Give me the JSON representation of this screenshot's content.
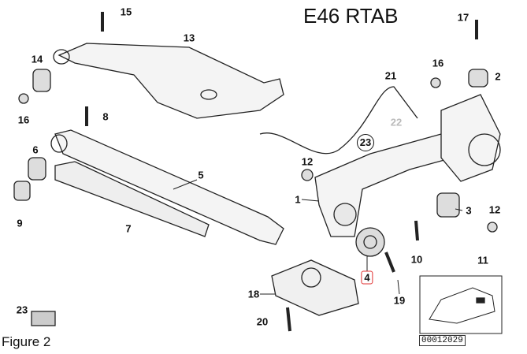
{
  "title": "E46 RTAB",
  "caption": "Figure 2",
  "diagram_code": "00012029",
  "highlight_color": "#e03030",
  "labels": {
    "l15": "15",
    "l17": "17",
    "l13": "13",
    "l14": "14",
    "l16a": "16",
    "l16b": "16",
    "l2": "2",
    "l21": "21",
    "l8": "8",
    "l22": "22",
    "l23": "23",
    "l6": "6",
    "l12a": "12",
    "l5": "5",
    "l1": "1",
    "l3": "3",
    "l12b": "12",
    "l9": "9",
    "l7": "7",
    "l10": "10",
    "l11": "11",
    "l4": "4",
    "l18": "18",
    "l19": "19",
    "l20": "20",
    "l23b": "23"
  }
}
